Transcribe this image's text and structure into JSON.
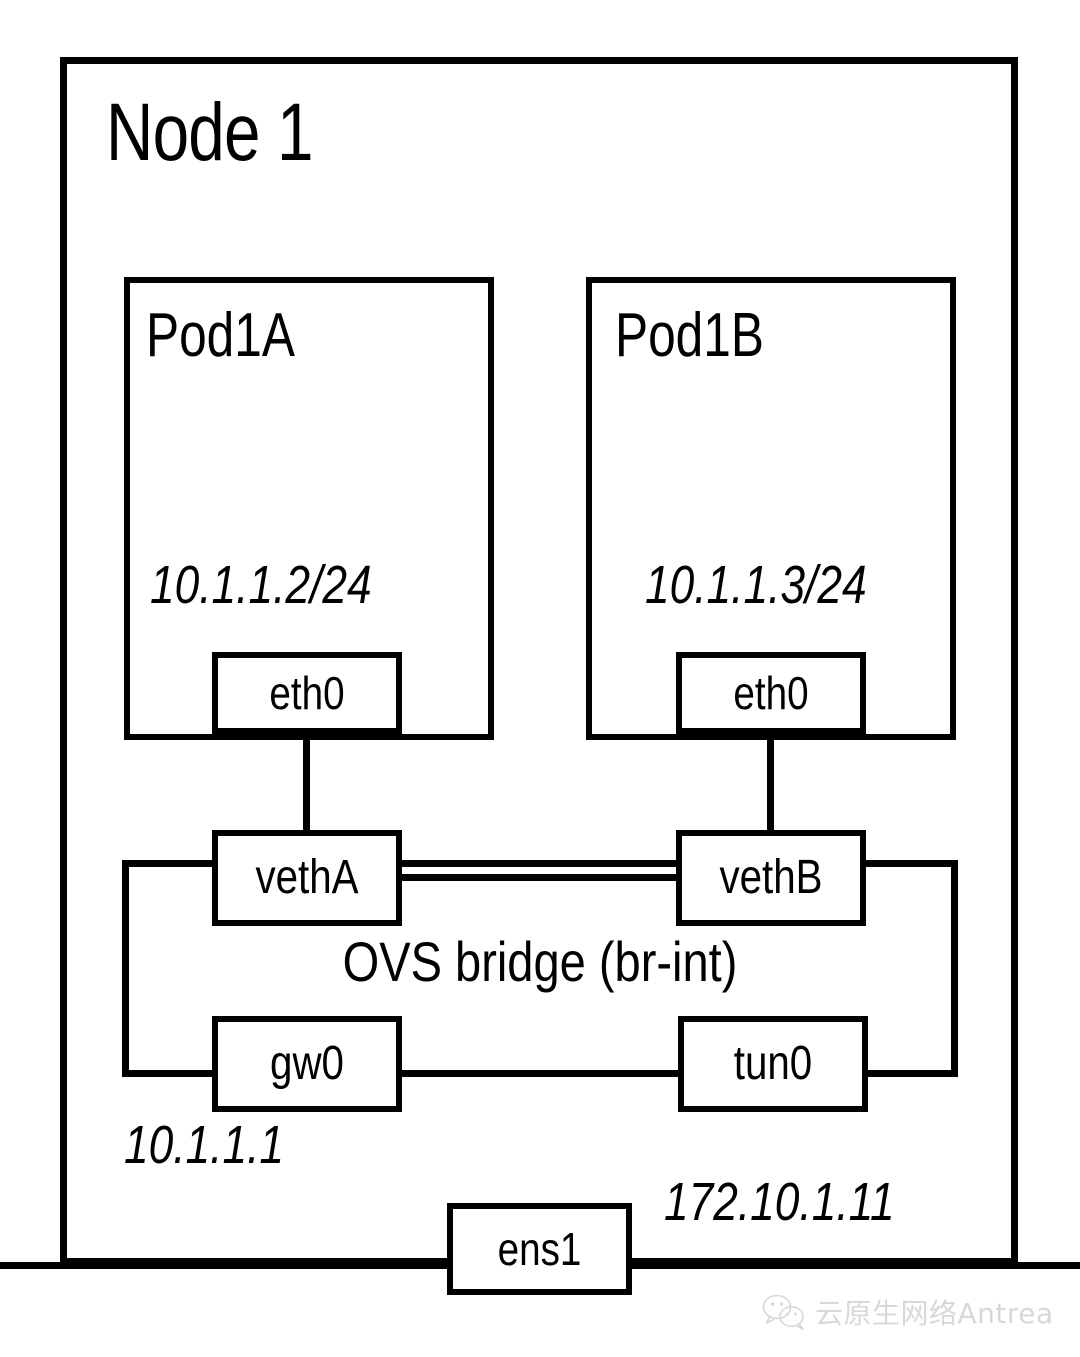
{
  "diagram": {
    "node": {
      "title": "Node 1",
      "interface": {
        "name": "ens1",
        "ip": "172.10.1.11"
      }
    },
    "pods": [
      {
        "title": "Pod1A",
        "ip": "10.1.1.2/24",
        "port": "eth0",
        "veth": "vethA"
      },
      {
        "title": "Pod1B",
        "ip": "10.1.1.3/24",
        "port": "eth0",
        "veth": "vethB"
      }
    ],
    "bridge": {
      "label": "OVS bridge (br-int)",
      "ports": {
        "gateway": "gw0",
        "gateway_ip": "10.1.1.1",
        "tunnel": "tun0"
      }
    },
    "watermark": {
      "text": "云原生网络Antrea",
      "icon": "wechat-icon",
      "color": "#d8d8d8"
    },
    "colors": {
      "stroke": "#000000",
      "background": "#ffffff"
    }
  }
}
